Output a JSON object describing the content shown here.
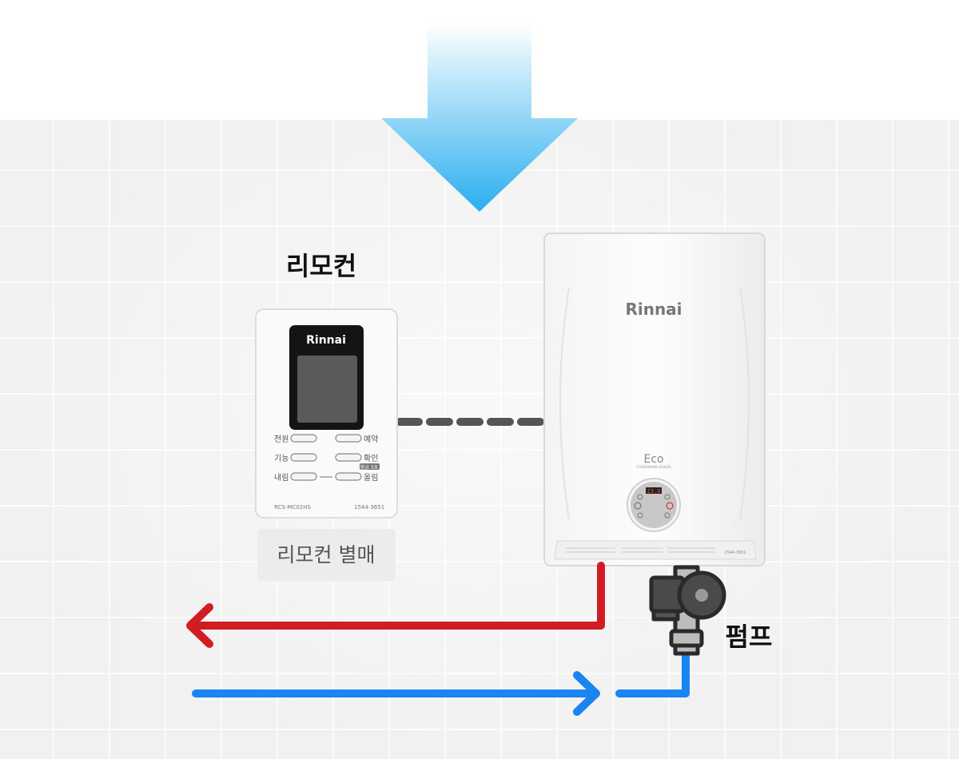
{
  "remote": {
    "title": "리모컨",
    "brand": "Rinnai",
    "buttons": {
      "power": "전원",
      "reserve": "예약",
      "function": "기능",
      "confirm": "확인",
      "confirm_sub": "잠금 3초",
      "down": "내림",
      "up": "올림"
    },
    "model": "RCS-MC02HS",
    "phone": "1544-3651",
    "sold_separately": "리모컨 별매"
  },
  "boiler": {
    "brand": "Rinnai",
    "eco": "Eco",
    "subtitle": "CONDENSING BOILER",
    "display": "23.0",
    "service_phone": "1544-3651"
  },
  "pump": {
    "label": "펌프"
  },
  "colors": {
    "hot": "#d21c24",
    "cold": "#1a84f0",
    "arrow": "#29aeee",
    "cable": "#555555"
  }
}
